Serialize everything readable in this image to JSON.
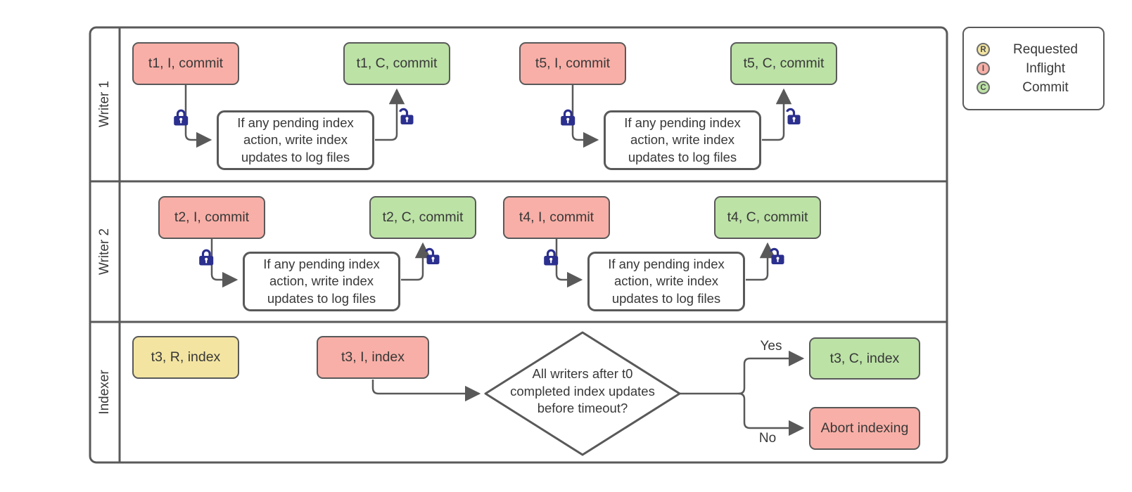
{
  "lanes": [
    {
      "label": "Writer 1"
    },
    {
      "label": "Writer 2"
    },
    {
      "label": "Indexer"
    }
  ],
  "nodes": {
    "t1_inflight": "t1, I, commit",
    "t1_commit": "t1, C, commit",
    "t5_inflight": "t5, I, commit",
    "t5_commit": "t5, C, commit",
    "t2_inflight": "t2, I, commit",
    "t2_commit": "t2, C, commit",
    "t4_inflight": "t4, I, commit",
    "t4_commit": "t4, C, commit",
    "t3_requested": "t3, R, index",
    "t3_inflight": "t3, I, index",
    "t3_commit": "t3, C, index",
    "abort": "Abort indexing"
  },
  "process_text": "If any pending index action, write index updates to log files",
  "decision_text": "All writers after t0 completed index updates before timeout?",
  "branch_labels": {
    "yes": "Yes",
    "no": "No"
  },
  "legend": {
    "items": [
      {
        "letter": "R",
        "label": "Requested",
        "color": "#F3E5A1"
      },
      {
        "letter": "I",
        "label": "Inflight",
        "color": "#F8AFA7"
      },
      {
        "letter": "C",
        "label": "Commit",
        "color": "#BCE2A6"
      }
    ]
  },
  "colors": {
    "inflight_fill": "#F8AFA7",
    "commit_fill": "#BCE2A6",
    "requested_fill": "#F3E5A1",
    "stroke": "#595959",
    "lock": "#2B2F8E"
  }
}
